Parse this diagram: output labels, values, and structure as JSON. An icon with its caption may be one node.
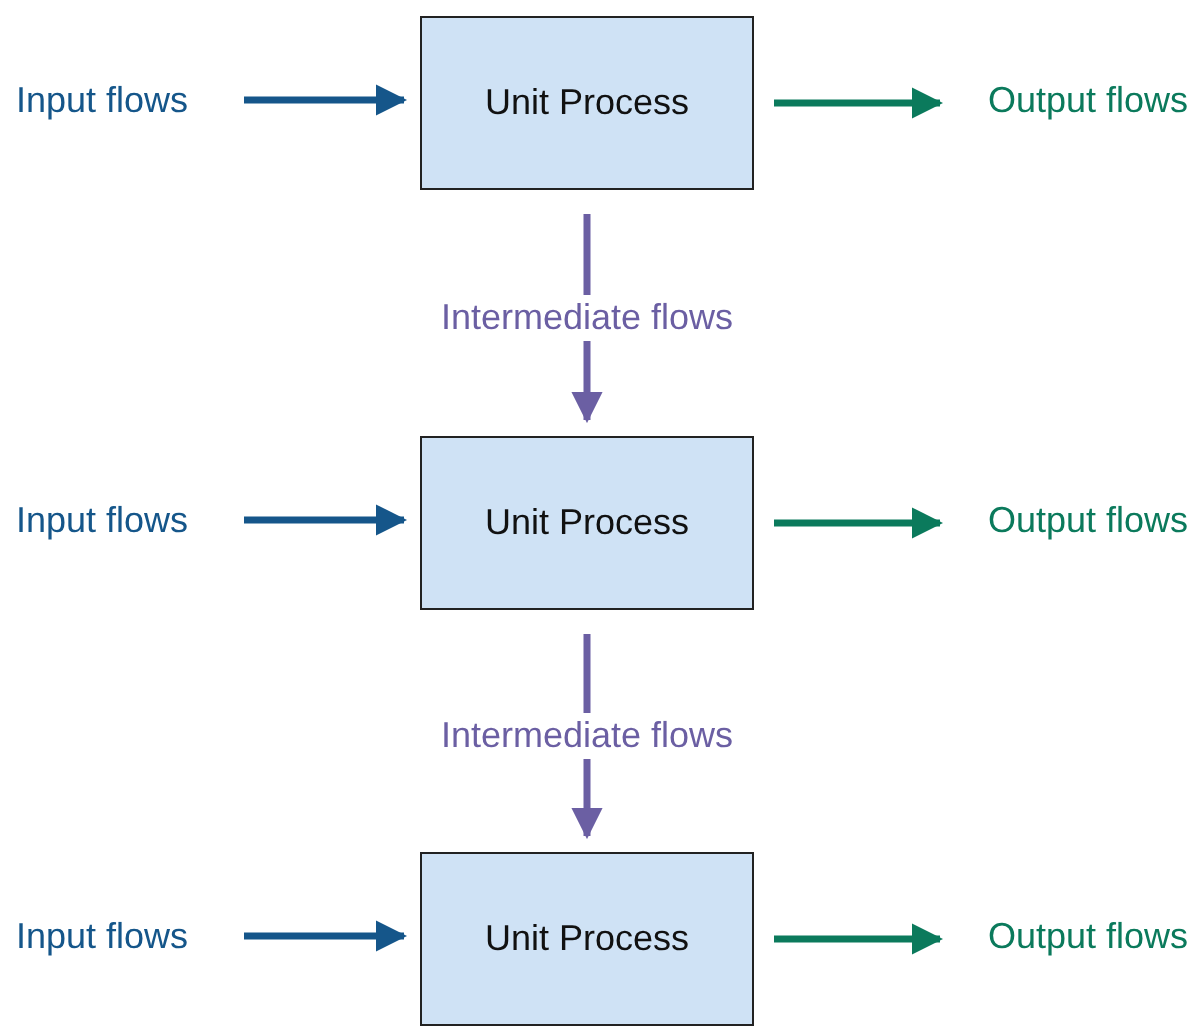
{
  "diagram": {
    "nodes": [
      {
        "text": [
          "Input flows"
        ]
      },
      {
        "text": [
          "Unit Process"
        ]
      },
      {
        "text": [
          "Output flows"
        ]
      },
      {
        "text": [
          "Input flows"
        ]
      },
      {
        "text": [
          "Unit Process"
        ]
      },
      {
        "text": [
          "Output flows"
        ]
      },
      {
        "text": [
          "Input flows"
        ]
      },
      {
        "text": [
          "Unit Process"
        ]
      },
      {
        "text": [
          "Output flows"
        ]
      }
    ],
    "edges": [
      {
        "from": 0,
        "to": 1,
        "arrow": "to",
        "color": "#15568a"
      },
      {
        "from": 1,
        "to": 2,
        "arrow": "to",
        "color": "#0b7a5c"
      },
      {
        "from": 1,
        "to": 4,
        "arrow": "to",
        "label": "Intermediate flows",
        "color": "#6b5fa3"
      },
      {
        "from": 3,
        "to": 4,
        "arrow": "to",
        "color": "#15568a"
      },
      {
        "from": 4,
        "to": 5,
        "arrow": "to",
        "color": "#0b7a5c"
      },
      {
        "from": 4,
        "to": 7,
        "arrow": "to",
        "label": "Intermediate flows",
        "color": "#6b5fa3"
      },
      {
        "from": 6,
        "to": 7,
        "arrow": "to",
        "color": "#15568a"
      },
      {
        "from": 7,
        "to": 8,
        "arrow": "to",
        "color": "#0b7a5c"
      }
    ]
  }
}
